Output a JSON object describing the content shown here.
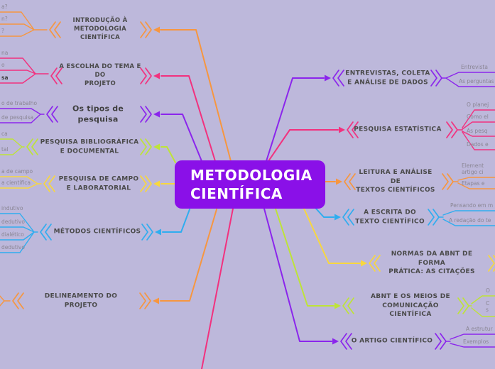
{
  "central": {
    "label": "METODOLOGIA\nCIENTÍFICA"
  },
  "colors": {
    "background": "#BDB8DB",
    "central_node": "#8A10E8",
    "orange": "#F7963F",
    "pink": "#F2317E",
    "purple": "#8B25EC",
    "yellow_green": "#BEE437",
    "yellow": "#F8D73E",
    "cyan": "#2FADEF",
    "topic_text": "#4A4A4A",
    "sub_text": "#8A8694"
  },
  "branches": {
    "intro": {
      "label": "INTRODUÇÃO À\nMETODOLOGIA CIENTÍFICA",
      "color": "#F7963F",
      "subs": [
        "a?",
        "n?",
        "?"
      ]
    },
    "escolha": {
      "label": "A ESCOLHA DO TEMA E DO\nPROJETO",
      "color": "#F2317E",
      "subs": [
        "na",
        "o",
        "sa"
      ]
    },
    "tipos": {
      "label": "Os tipos de pesquisa",
      "color": "#8B25EC",
      "subs": [
        "o de trabalho",
        "de pesquisa"
      ]
    },
    "bibliografica": {
      "label": "PESQUISA BIBLIOGRÁFICA\nE DOCUMENTAL",
      "color": "#BEE437",
      "subs": [
        "ca",
        "tal"
      ]
    },
    "campo": {
      "label": "PESQUISA DE CAMPO\nE LABORATORIAL",
      "color": "#F8D73E",
      "subs": [
        "a de campo",
        "a científica"
      ]
    },
    "metodos": {
      "label": "MÉTODOS CIENTÍFICOS",
      "color": "#2FADEF",
      "subs": [
        "indutivo",
        "dedutivo",
        "dialético",
        "dedutivo"
      ]
    },
    "delineamento": {
      "label": "DELINEAMENTO DO PROJETO",
      "color": "#F7963F",
      "subs": []
    },
    "entrevistas": {
      "label": "ENTREVISTAS, COLETA\nE ANÁLISE DE DADOS",
      "color": "#8B25EC",
      "subs": [
        "Entrevista",
        "As perguntas"
      ]
    },
    "estatistica": {
      "label": "PESQUISA ESTATÍSTICA",
      "color": "#F2317E",
      "subs": [
        "O planej",
        "Como el",
        "As pesq",
        "Dados e"
      ]
    },
    "leitura": {
      "label": "LEITURA E ANÁLISE DE\nTEXTOS CIENTÍFICOS",
      "color": "#F7963F",
      "subs": [
        "Element\nartigo ci",
        "Etapas e"
      ]
    },
    "escrita": {
      "label": "A ESCRITA DO\nTEXTO CIENTÍFICO",
      "color": "#2FADEF",
      "subs": [
        "Pensando em m",
        "A redação do te"
      ]
    },
    "normas": {
      "label": "NORMAS DA ABNT DE FORMA\nPRÁTICA: AS CITAÇÕES",
      "color": "#F8D73E",
      "subs": []
    },
    "abnt_meios": {
      "label": "ABNT E OS MEIOS DE\nCOMUNICAÇÃO CIENTÍFICA",
      "color": "#BEE437",
      "subs": [
        "O",
        "C\ns"
      ]
    },
    "artigo": {
      "label": "O ARTIGO CIENTÍFICO",
      "color": "#8B25EC",
      "subs": [
        "A estrutur",
        "Exemplos"
      ]
    }
  }
}
